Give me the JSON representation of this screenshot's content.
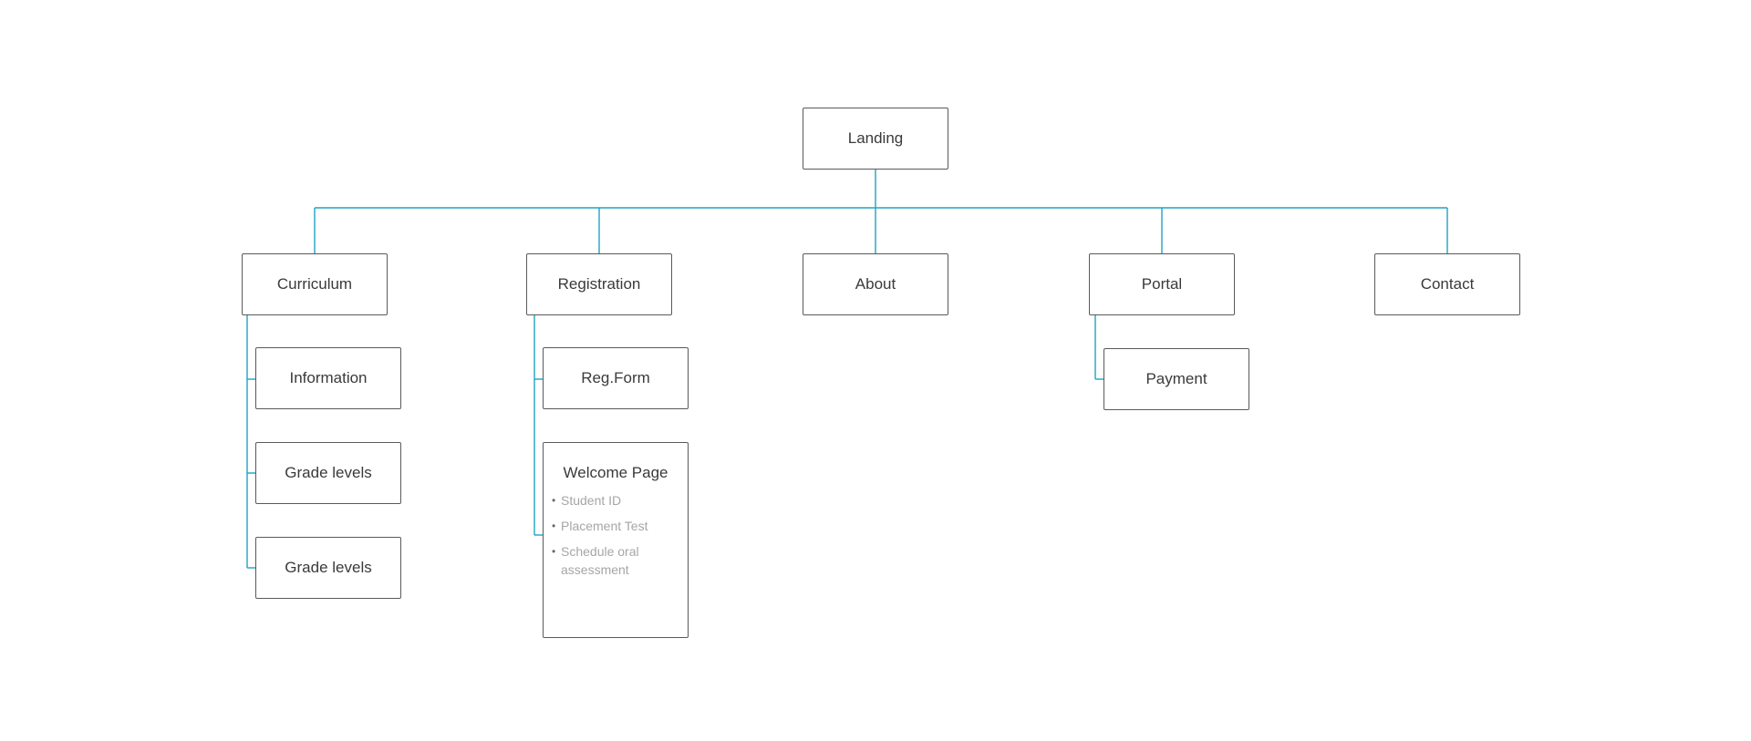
{
  "sitemap": {
    "root": {
      "label": "Landing"
    },
    "sections": [
      {
        "label": "Curriculum",
        "children": [
          {
            "label": "Information"
          },
          {
            "label": "Grade levels"
          },
          {
            "label": "Grade levels"
          }
        ]
      },
      {
        "label": "Registration",
        "children": [
          {
            "label": "Reg.Form"
          },
          {
            "label": "Welcome Page",
            "bullets": [
              "Student ID",
              "Placement Test",
              "Schedule oral assessment"
            ]
          }
        ]
      },
      {
        "label": "About"
      },
      {
        "label": "Portal",
        "children": [
          {
            "label": "Payment"
          }
        ]
      },
      {
        "label": "Contact"
      }
    ]
  },
  "colors": {
    "connector": "#20a3c5",
    "box_border": "#5a5a5a",
    "box_text": "#3a3a3a",
    "bullet_text": "#a6a6a6"
  }
}
